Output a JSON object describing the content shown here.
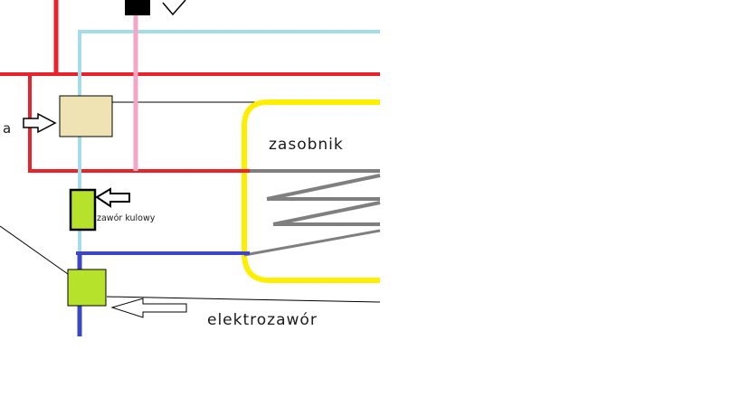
{
  "labels": {
    "cut_left": "a",
    "zasobnik": "zasobnik",
    "zawor_kulowy": "zawór kulowy",
    "elektrozawor": "elektrozawór"
  },
  "colors": {
    "red_pipe": "#e8232c",
    "light_blue_pipe": "#a4dce9",
    "pink_pipe": "#f4a6c6",
    "blue_pipe": "#3b47c4",
    "tank_outline": "#ffee00",
    "coil": "#7f7f7f",
    "valve_fill": "#b6e22b",
    "box_fill": "#efe3b3",
    "black_block": "#000000"
  }
}
